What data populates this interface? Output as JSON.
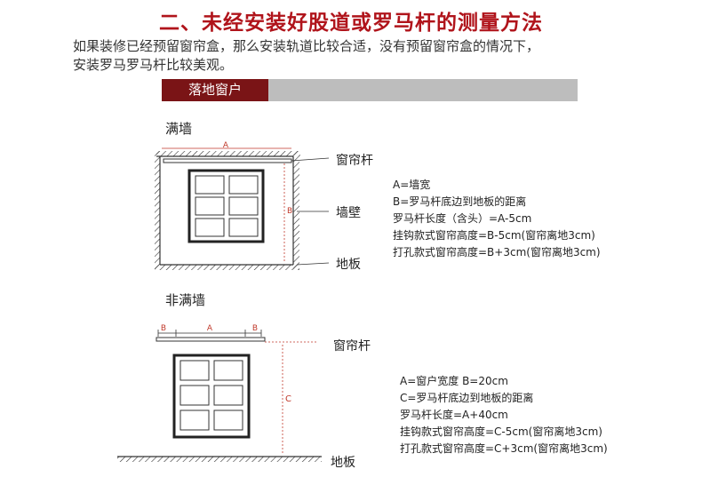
{
  "title": "二、未经安装好股道或罗马杆的测量方法",
  "intro": {
    "line1": "如果装修已经预留窗帘盒，那么安装轨道比较合适，没有预留窗帘盒的情况下，",
    "line2": "安装罗马罗马杆比较美观。"
  },
  "banner_label": "落地窗户",
  "full_wall": {
    "heading": "满墙",
    "label_rod": "窗帘杆",
    "label_wall": "墙壁",
    "label_floor": "地板",
    "dim_a": "A",
    "dim_b": "B",
    "notes": [
      "A=墙宽",
      "B=罗马杆底边到地板的距离",
      "罗马杆长度（含头）=A-5cm",
      "挂钩款式窗帘高度=B-5cm(窗帘离地3cm)",
      "打孔款式窗帘高度=B+3cm(窗帘离地3cm)"
    ]
  },
  "partial_wall": {
    "heading": "非满墙",
    "label_rod": "窗帘杆",
    "label_floor": "地板",
    "dim_a": "A",
    "dim_b_left": "B",
    "dim_b_right": "B",
    "dim_c": "C",
    "notes": [
      "A=窗户宽度 B=20cm",
      "C=罗马杆底边到地板的距离",
      "罗马杆长度=A+40cm",
      "挂钩款式窗帘高度=C-5cm(窗帘离地3cm)",
      "打孔款式窗帘高度=C+3cm(窗帘离地3cm)"
    ]
  },
  "colors": {
    "title": "#b0141b",
    "banner_dark": "#7a1416",
    "banner_light": "#bdbdbd",
    "dimension_red": "#c0392b"
  }
}
